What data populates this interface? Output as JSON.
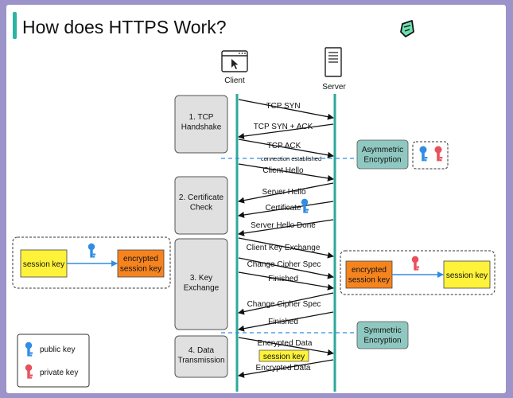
{
  "title": "How does HTTPS Work?",
  "client_label": "Client",
  "server_label": "Server",
  "phases": [
    "1. TCP\nHandshake",
    "2. Certificate\nCheck",
    "3. Key\nExchange",
    "4. Data\nTransmission"
  ],
  "messages": [
    "TCP SYN",
    "TCP SYN + ACK",
    "TCP ACK",
    "connection established",
    "Client Hello",
    "Server Hello",
    "Certificate",
    "Server Hello Done",
    "Client Key Exchange",
    "Change Cipher Spec",
    "Finished",
    "Change Cipher Spec",
    "Finished",
    "Encrypted  Data",
    "session key",
    "Encrypted Data"
  ],
  "asymmetric_label": "Asymmetric\nEncryption",
  "symmetric_label": "Symmetric\nEncryption",
  "client_side": {
    "session_key": "session key",
    "encrypted": "encrypted\nsession key"
  },
  "server_side": {
    "encrypted": "encrypted\nsession key",
    "session_key": "session key"
  },
  "legend": {
    "public_key": "public key",
    "private_key": "private key"
  },
  "colors": {
    "teal": "#2ea89c",
    "phase_fill": "#e0e0e0",
    "encryption_fill": "#8fc8c0",
    "session_key_fill": "#fff23a",
    "encrypted_fill": "#f5841f",
    "public_key": "#2f8de4",
    "private_key": "#e8505b",
    "dashed_line": "#2f8de4",
    "accent_bar": "#2bb3a3"
  }
}
